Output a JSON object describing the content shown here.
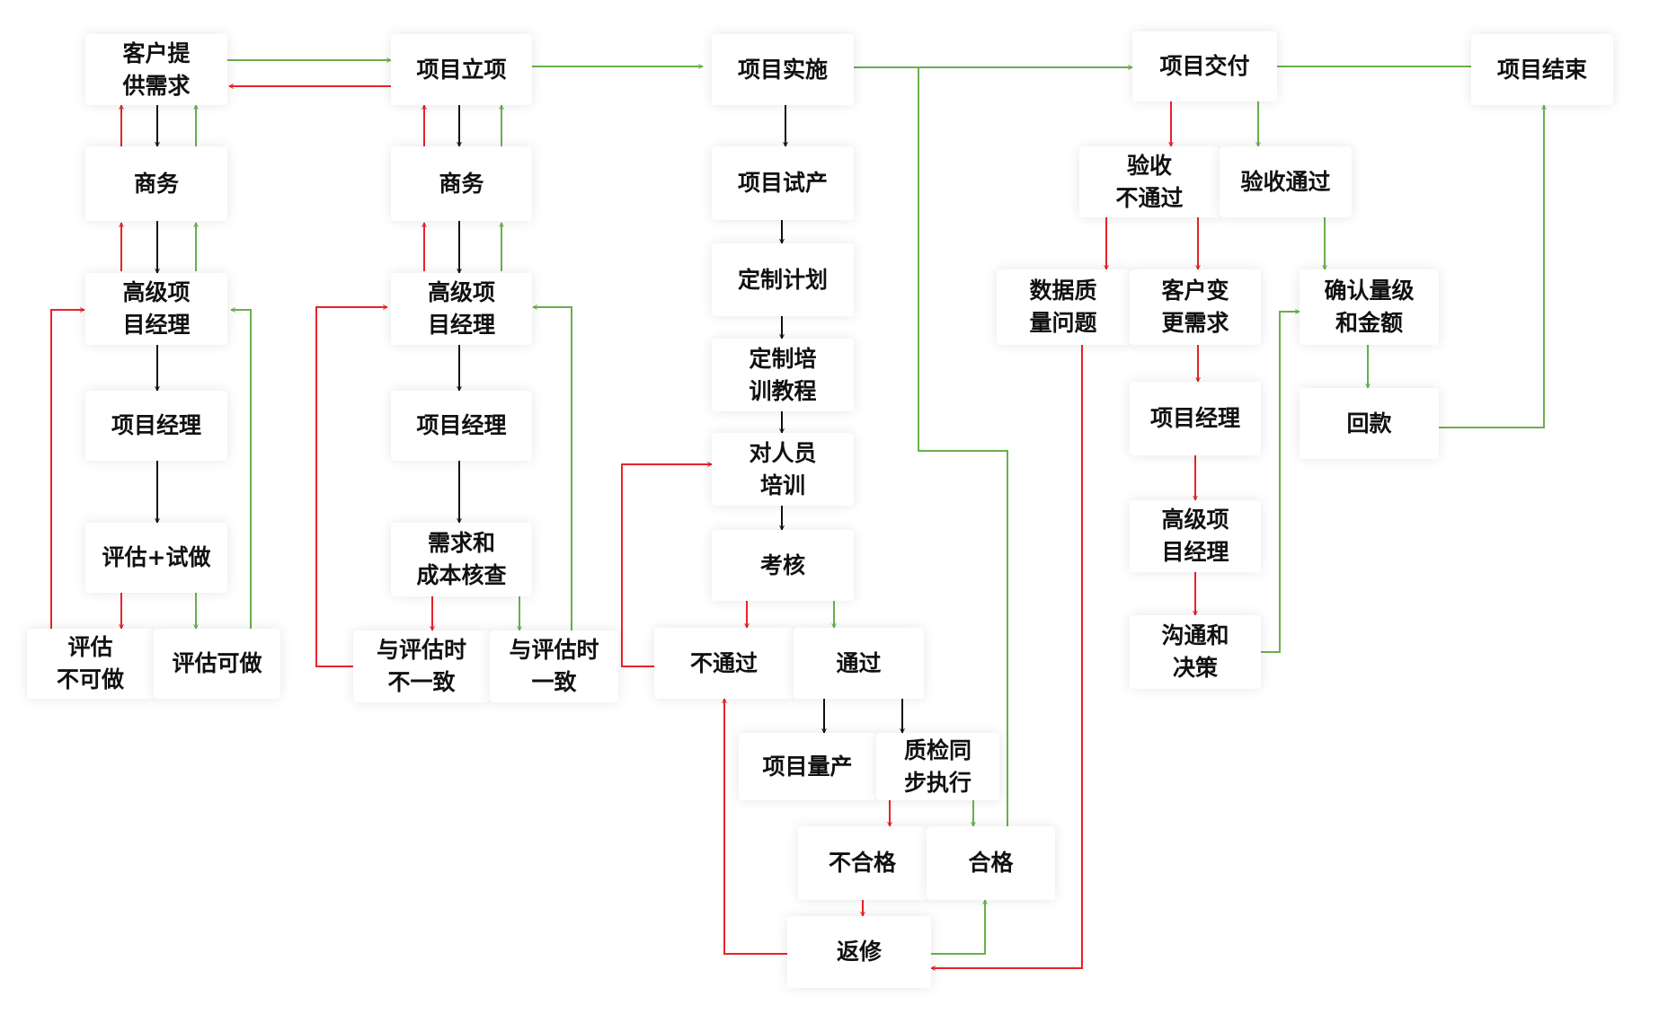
{
  "colors": {
    "red": "#e8232b",
    "green": "#6ab04c",
    "black": "#111111",
    "node_bg": "#ffffff"
  },
  "nodes": {
    "customer_request": "客户提\n供需求",
    "biz1": "商务",
    "senior_pm1": "高级项\n目经理",
    "pm1": "项目经理",
    "eval_trial": "评估+试做",
    "eval_no": "评估\n不可做",
    "eval_ok": "评估可做",
    "project_init": "项目立项",
    "biz2": "商务",
    "senior_pm2": "高级项\n目经理",
    "pm2": "项目经理",
    "demand_cost": "需求和\n成本核查",
    "mismatch": "与评估时\n不一致",
    "match": "与评估时\n一致",
    "implement": "项目实施",
    "trial_prod": "项目试产",
    "custom_plan": "定制计划",
    "custom_course": "定制培\n训教程",
    "staff_train": "对人员\n培训",
    "assess": "考核",
    "fail": "不通过",
    "pass": "通过",
    "mass_prod": "项目量产",
    "qc_sync": "质检同\n步执行",
    "unqualified": "不合格",
    "qualified": "合格",
    "rework": "返修",
    "delivery": "项目交付",
    "accept_fail": "验收\n不通过",
    "accept_pass": "验收通过",
    "data_quality": "数据质\n量问题",
    "change_req": "客户变\n更需求",
    "pm3": "项目经理",
    "senior_pm3": "高级项\n目经理",
    "communicate": "沟通和\n决策",
    "confirm_amount": "确认量级\n和金额",
    "payment": "回款",
    "project_end": "项目结束"
  }
}
